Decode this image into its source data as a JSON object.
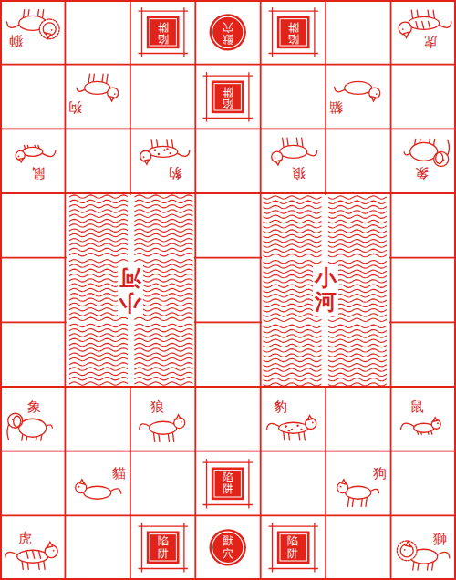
{
  "diagram": {
    "nodes": [
      {
        "text": [
          "獅"
        ]
      },
      {
        "text": [
          "陷阱"
        ]
      },
      {
        "text": [
          "獸穴"
        ]
      },
      {
        "text": [
          "陷阱"
        ]
      },
      {
        "text": [
          "虎"
        ]
      },
      {
        "text": [
          "狗"
        ]
      },
      {
        "text": [
          "陷阱"
        ]
      },
      {
        "text": [
          "貓"
        ]
      },
      {
        "text": [
          "鼠"
        ]
      },
      {
        "text": [
          "豹"
        ]
      },
      {
        "text": [
          "狼"
        ]
      },
      {
        "text": [
          "象"
        ]
      },
      {
        "text": [
          "小河"
        ]
      },
      {
        "text": [
          "小河"
        ]
      },
      {
        "text": [
          "象"
        ]
      },
      {
        "text": [
          "狼"
        ]
      },
      {
        "text": [
          "豹"
        ]
      },
      {
        "text": [
          "鼠"
        ]
      },
      {
        "text": [
          "貓"
        ]
      },
      {
        "text": [
          "陷阱"
        ]
      },
      {
        "text": [
          "狗"
        ]
      },
      {
        "text": [
          "虎"
        ]
      },
      {
        "text": [
          "陷阱"
        ]
      },
      {
        "text": [
          "獸穴"
        ]
      },
      {
        "text": [
          "陷阱"
        ]
      },
      {
        "text": [
          "獅"
        ]
      }
    ]
  }
}
